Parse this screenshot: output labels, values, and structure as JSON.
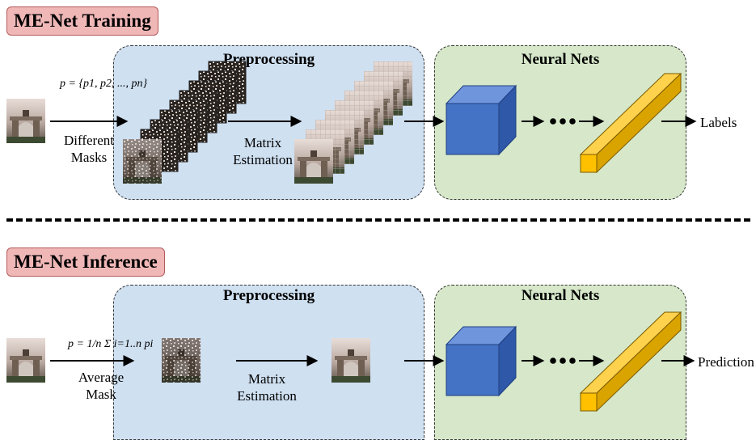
{
  "training": {
    "title": "ME-Net Training",
    "preprocessing_title": "Preprocessing",
    "neural_nets_title": "Neural Nets",
    "masks_formula": "p = {p1, p2, ..., pn}",
    "masks_label_line1": "Different",
    "masks_label_line2": "Masks",
    "matrix_label_line1": "Matrix",
    "matrix_label_line2": "Estimation",
    "output_label": "Labels"
  },
  "inference": {
    "title": "ME-Net Inference",
    "preprocessing_title": "Preprocessing",
    "neural_nets_title": "Neural Nets",
    "mask_formula": "p = 1/n Σ i=1..n pi",
    "mask_label_line1": "Average",
    "mask_label_line2": "Mask",
    "matrix_label_line1": "Matrix",
    "matrix_label_line2": "Estimation",
    "output_label": "Prediction"
  },
  "colors": {
    "preprocessing_panel": "#cfe0f1",
    "neural_panel": "#d6e8c9",
    "title_badge": "#f0b7b7",
    "cube_blue": "#4472c4",
    "bar_yellow": "#ffc000"
  }
}
